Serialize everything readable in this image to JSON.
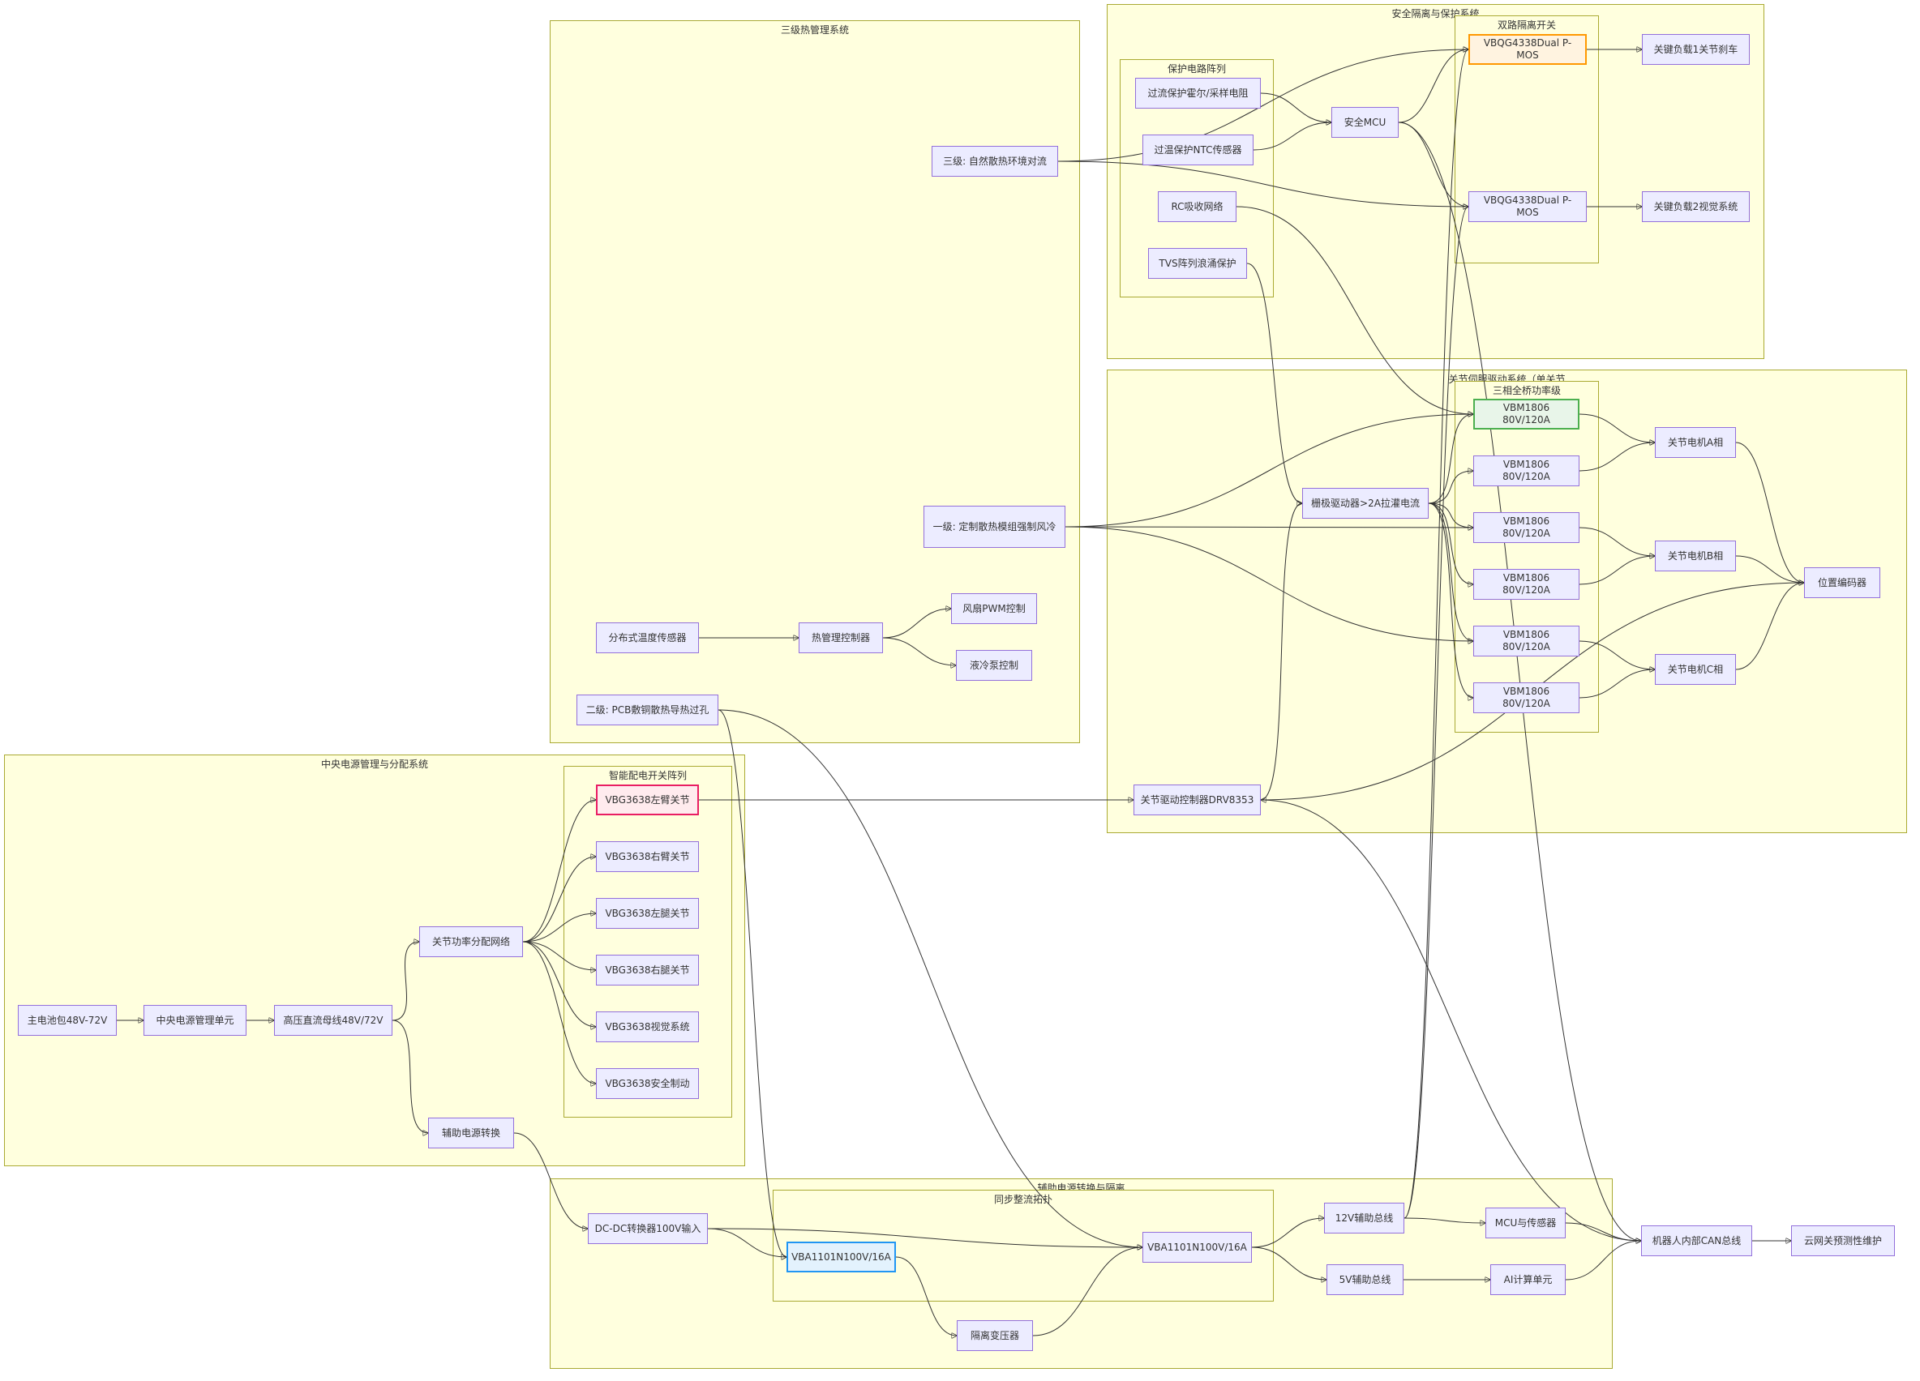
{
  "clusters": {
    "thermal": {
      "title": "三级热管理系统"
    },
    "safety": {
      "title": "安全隔离与保护系统"
    },
    "protection_array": {
      "title": "保护电路阵列"
    },
    "dual_switch": {
      "title": "双路隔离开关"
    },
    "joint_servo": {
      "title": "关节伺服驱动系统（单关节"
    },
    "three_phase": {
      "title": "三相全桥功率级"
    },
    "central_power": {
      "title": "中央电源管理与分配系统"
    },
    "smart_switch": {
      "title": "智能配电开关阵列"
    },
    "aux_power": {
      "title": "辅助电源转换与隔离"
    },
    "sync_rect": {
      "title": "同步整流拓扑"
    }
  },
  "nodes": {
    "natural_cooling": "三级: 自然散热环境对流",
    "forced_cooling": "一级: 定制散热模组强制风冷",
    "pcb_cooling": "二级: PCB敷铜散热导热过孔",
    "temp_sensors": "分布式温度传感器",
    "thermal_ctrl": "热管理控制器",
    "fan_pwm": "风扇PWM控制",
    "pump_ctrl": "液冷泵控制",
    "overcurrent": "过流保护霍尔/采样电阻",
    "overtemp": "过温保护NTC传感器",
    "rc_snubber": "RC吸收网络",
    "tvs": "TVS阵列浪涌保护",
    "safety_mcu": "安全MCU",
    "pmos1": "VBQG4338Dual P-MOS",
    "pmos2": "VBQG4338Dual P-MOS",
    "load1": "关键负载1关节刹车",
    "load2": "关键负载2视觉系统",
    "gate_driver": "栅极驱动器>2A拉灌电流",
    "fet1": "VBM1806 80V/120A",
    "fet2": "VBM1806 80V/120A",
    "fet3": "VBM1806 80V/120A",
    "fet4": "VBM1806 80V/120A",
    "fet5": "VBM1806 80V/120A",
    "fet6": "VBM1806 80V/120A",
    "phase_a": "关节电机A相",
    "phase_b": "关节电机B相",
    "phase_c": "关节电机C相",
    "encoder": "位置编码器",
    "joint_ctrl": "关节驱动控制器DRV8353",
    "battery": "主电池包48V-72V",
    "pmu": "中央电源管理单元",
    "hv_bus": "高压直流母线48V/72V",
    "power_net": "关节功率分配网络",
    "aux_conv": "辅助电源转换",
    "sw_left_arm": "VBG3638左臂关节",
    "sw_right_arm": "VBG3638右臂关节",
    "sw_left_leg": "VBG3638左腿关节",
    "sw_right_leg": "VBG3638右腿关节",
    "sw_vision": "VBG3638视觉系统",
    "sw_safety": "VBG3638安全制动",
    "dcdc_in": "DC-DC转换器100V输入",
    "vba1": "VBA1101N100V/16A",
    "vba2": "VBA1101N100V/16A",
    "iso_xfmr": "隔离变压器",
    "bus_12v": "12V辅助总线",
    "bus_5v": "5V辅助总线",
    "mcu_sensors": "MCU与传感器",
    "ai_unit": "AI计算单元",
    "can_bus": "机器人内部CAN总线",
    "cloud": "云网关预测性维护"
  },
  "edges": [
    [
      "battery",
      "pmu"
    ],
    [
      "pmu",
      "hv_bus"
    ],
    [
      "hv_bus",
      "power_net"
    ],
    [
      "hv_bus",
      "aux_conv"
    ],
    [
      "power_net",
      "sw_left_arm"
    ],
    [
      "power_net",
      "sw_right_arm"
    ],
    [
      "power_net",
      "sw_left_leg"
    ],
    [
      "power_net",
      "sw_right_leg"
    ],
    [
      "power_net",
      "sw_vision"
    ],
    [
      "power_net",
      "sw_safety"
    ],
    [
      "sw_left_arm",
      "joint_ctrl"
    ],
    [
      "joint_ctrl",
      "gate_driver"
    ],
    [
      "gate_driver",
      "fet1"
    ],
    [
      "gate_driver",
      "fet2"
    ],
    [
      "gate_driver",
      "fet3"
    ],
    [
      "gate_driver",
      "fet4"
    ],
    [
      "gate_driver",
      "fet5"
    ],
    [
      "gate_driver",
      "fet6"
    ],
    [
      "fet1",
      "phase_a"
    ],
    [
      "fet2",
      "phase_a"
    ],
    [
      "fet3",
      "phase_b"
    ],
    [
      "fet4",
      "phase_b"
    ],
    [
      "fet5",
      "phase_c"
    ],
    [
      "fet6",
      "phase_c"
    ],
    [
      "phase_a",
      "encoder"
    ],
    [
      "phase_b",
      "encoder"
    ],
    [
      "phase_c",
      "encoder"
    ],
    [
      "encoder",
      "joint_ctrl"
    ],
    [
      "aux_conv",
      "dcdc_in"
    ],
    [
      "dcdc_in",
      "vba1"
    ],
    [
      "dcdc_in",
      "vba2"
    ],
    [
      "vba1",
      "iso_xfmr"
    ],
    [
      "iso_xfmr",
      "vba2"
    ],
    [
      "vba2",
      "bus_12v"
    ],
    [
      "vba2",
      "bus_5v"
    ],
    [
      "bus_12v",
      "mcu_sensors"
    ],
    [
      "bus_5v",
      "ai_unit"
    ],
    [
      "overcurrent",
      "safety_mcu"
    ],
    [
      "overtemp",
      "safety_mcu"
    ],
    [
      "safety_mcu",
      "pmos1"
    ],
    [
      "safety_mcu",
      "pmos2"
    ],
    [
      "pmos1",
      "load1"
    ],
    [
      "pmos2",
      "load2"
    ],
    [
      "rc_snubber",
      "fet1"
    ],
    [
      "tvs",
      "gate_driver"
    ],
    [
      "bus_12v",
      "pmos1"
    ],
    [
      "bus_12v",
      "pmos2"
    ],
    [
      "temp_sensors",
      "thermal_ctrl"
    ],
    [
      "thermal_ctrl",
      "fan_pwm"
    ],
    [
      "thermal_ctrl",
      "pump_ctrl"
    ],
    [
      "forced_cooling",
      "fet1"
    ],
    [
      "forced_cooling",
      "fet3"
    ],
    [
      "forced_cooling",
      "fet5"
    ],
    [
      "pcb_cooling",
      "vba1"
    ],
    [
      "pcb_cooling",
      "vba2"
    ],
    [
      "natural_cooling",
      "pmos1"
    ],
    [
      "natural_cooling",
      "pmos2"
    ],
    [
      "joint_ctrl",
      "can_bus"
    ],
    [
      "safety_mcu",
      "can_bus"
    ],
    [
      "mcu_sensors",
      "can_bus"
    ],
    [
      "ai_unit",
      "can_bus"
    ],
    [
      "can_bus",
      "cloud"
    ]
  ]
}
